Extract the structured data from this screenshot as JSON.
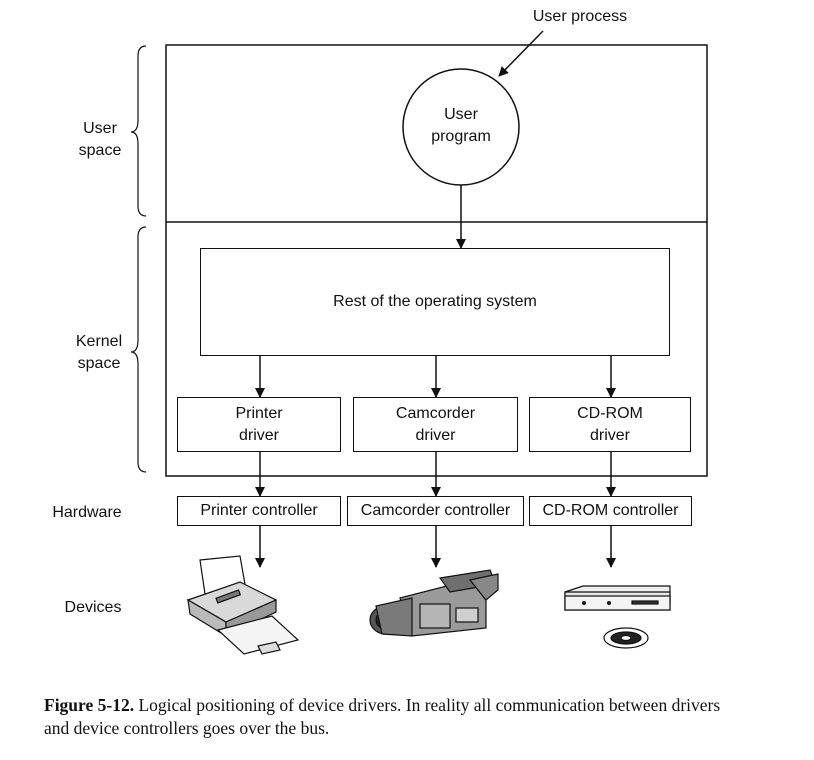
{
  "diagram": {
    "user_process_label": "User process",
    "user_program_label": "User\nprogram",
    "os_label": "Rest of the operating system",
    "regions": {
      "user_space": "User\nspace",
      "kernel_space": "Kernel\nspace",
      "hardware": "Hardware",
      "devices": "Devices"
    },
    "drivers": [
      "Printer\ndriver",
      "Camcorder\ndriver",
      "CD-ROM\ndriver"
    ],
    "controllers": [
      "Printer controller",
      "Camcorder controller",
      "CD-ROM controller"
    ],
    "device_icons": [
      "printer-icon",
      "camcorder-icon",
      "cdrom-drive-icon"
    ]
  },
  "caption": {
    "label": "Figure 5-12.",
    "text": "Logical positioning of device drivers.  In reality all communication between drivers and device controllers goes over the bus."
  }
}
